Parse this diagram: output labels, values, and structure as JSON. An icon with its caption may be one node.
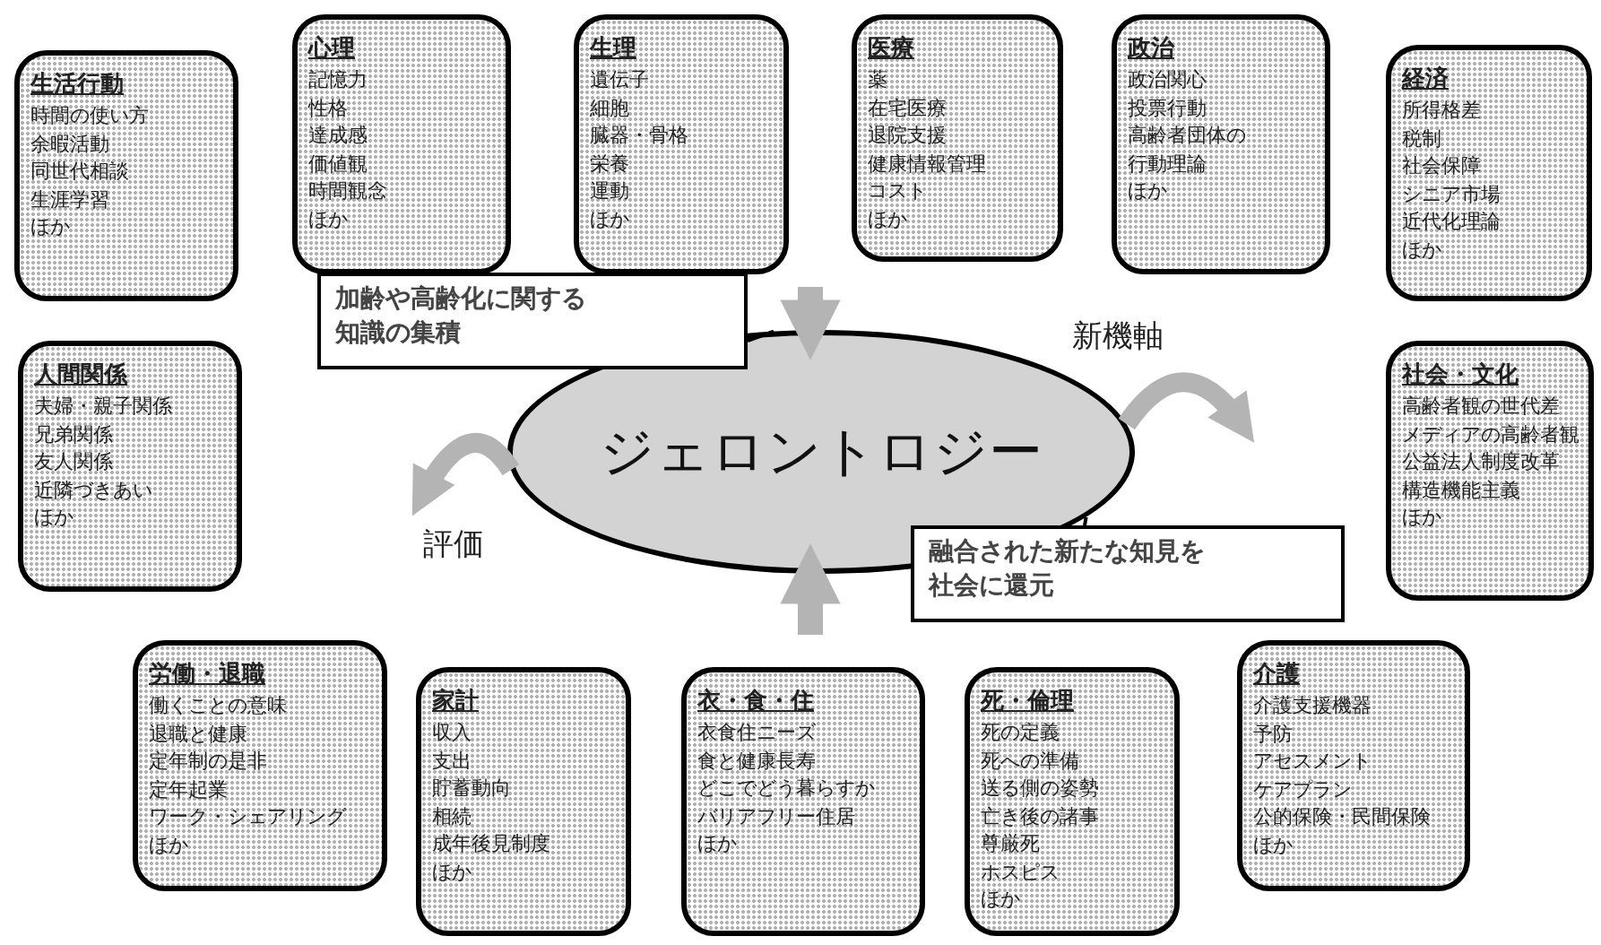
{
  "diagram": {
    "nodes": [
      {
        "text": [
          "生活行動",
          "時間の使い方",
          "余暇活動",
          "同世代相談",
          "生涯学習",
          "ほか"
        ]
      },
      {
        "text": [
          "心理",
          "記憶力",
          "性格",
          "達成感",
          "価値観",
          "時間観念",
          "ほか"
        ]
      },
      {
        "text": [
          "生理",
          "遺伝子",
          "細胞",
          "臓器・骨格",
          "栄養",
          "運動",
          "ほか"
        ]
      },
      {
        "text": [
          "医療",
          "薬",
          "在宅医療",
          "退院支援",
          "健康情報管理",
          "コスト",
          "ほか"
        ]
      },
      {
        "text": [
          "政治",
          "政治関心",
          "投票行動",
          "高齢者団体の行動理論",
          "ほか"
        ]
      },
      {
        "text": [
          "経済",
          "所得格差",
          "税制",
          "社会保障",
          "シニア市場",
          "近代化理論",
          "ほか"
        ]
      },
      {
        "text": [
          "加齢や高齢化に関する知識の集積"
        ]
      },
      {
        "text": [
          "人間関係",
          "夫婦・親子関係",
          "兄弟関係",
          "友人関係",
          "近隣づきあい",
          "ほか"
        ]
      },
      {
        "text": [
          "ジェロントロジー"
        ]
      },
      {
        "text": [
          "社会・文化",
          "高齢者観の世代差",
          "メディアの高齢者観",
          "公益法人制度改革",
          "構造機能主義",
          "ほか"
        ]
      },
      {
        "text": [
          "融合された新たな知見を社会に還元"
        ]
      },
      {
        "text": [
          "労働・退職",
          "働くことの意味",
          "退職と健康",
          "定年制の是非",
          "定年起業",
          "ワーク・シェアリング",
          "ほか"
        ]
      },
      {
        "text": [
          "家計",
          "収入",
          "支出",
          "貯蓄動向",
          "相続",
          "成年後見制度",
          "ほか"
        ]
      },
      {
        "text": [
          "衣・食・住",
          "衣食住ニーズ",
          "食と健康長寿",
          "どこでどう暮らすか",
          "バリアフリー住居",
          "ほか"
        ]
      },
      {
        "text": [
          "死・倫理",
          "死の定義",
          "死への準備",
          "送る側の姿勢",
          "亡き後の諸事",
          "尊厳死",
          "ホスピス",
          "ほか"
        ]
      },
      {
        "text": [
          "介護",
          "介護支援機器",
          "予防",
          "アセスメント",
          "ケアプラン",
          "公的保険・民間保険",
          "ほか"
        ]
      }
    ],
    "edges": [
      {
        "from": 6,
        "to": 8,
        "arrow": "none",
        "color": "#000000"
      },
      {
        "from": 10,
        "to": 8,
        "arrow": "none",
        "color": "#000000"
      },
      {
        "from": null,
        "to": 8,
        "arrow": "to"
      },
      {
        "from": null,
        "to": 8,
        "arrow": "to"
      },
      {
        "from": 8,
        "to": null,
        "arrow": "to",
        "label": "評価"
      },
      {
        "from": 8,
        "to": null,
        "arrow": "to",
        "label": "新機軸"
      }
    ]
  }
}
